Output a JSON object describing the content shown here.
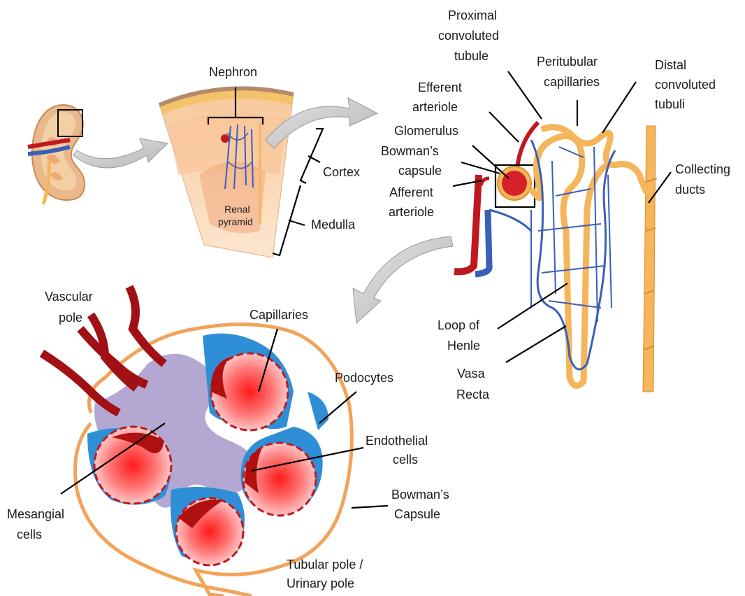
{
  "labels": {
    "nephron": "Nephron",
    "cortex": "Cortex",
    "medulla": "Medulla",
    "renal_pyramid_1": "Renal",
    "renal_pyramid_2": "pyramid",
    "pct_1": "Proximal",
    "pct_2": "convoluted",
    "pct_3": "tubule",
    "peritubular_1": "Peritubular",
    "peritubular_2": "capillaries",
    "dct_1": "Distal",
    "dct_2": "convoluted",
    "dct_3": "tubuli",
    "efferent_1": "Efferent",
    "efferent_2": "arteriole",
    "glomerulus": "Glomerulus",
    "bowmans_1": "Bowman’s",
    "bowmans_2": "capsule",
    "afferent_1": "Afferent",
    "afferent_2": "arteriole",
    "collecting_1": "Collecting",
    "collecting_2": "ducts",
    "loop_1": "Loop of",
    "loop_2": "Henle",
    "vasa_1": "Vasa",
    "vasa_2": "Recta",
    "vascular_pole_1": "Vascular",
    "vascular_pole_2": "pole",
    "capillaries": "Capillaries",
    "podocytes": "Podocytes",
    "endothelial_1": "Endothelial",
    "endothelial_2": "cells",
    "bowmans_cap_1": "Bowman’s",
    "bowmans_cap_2": "Capsule",
    "mesangial_1": "Mesangial",
    "mesangial_2": "cells",
    "tubular_pole_1": "Tubular pole /",
    "tubular_pole_2": "Urinary pole"
  },
  "colors": {
    "artery": "#c0181f",
    "vein": "#3a5fb8",
    "tubule": "#f5b55a",
    "podocyte": "#2e8fd6",
    "mesangium": "#b4a8d2",
    "capsule": "#f2a35a",
    "arrow": "#c8c8c8"
  }
}
